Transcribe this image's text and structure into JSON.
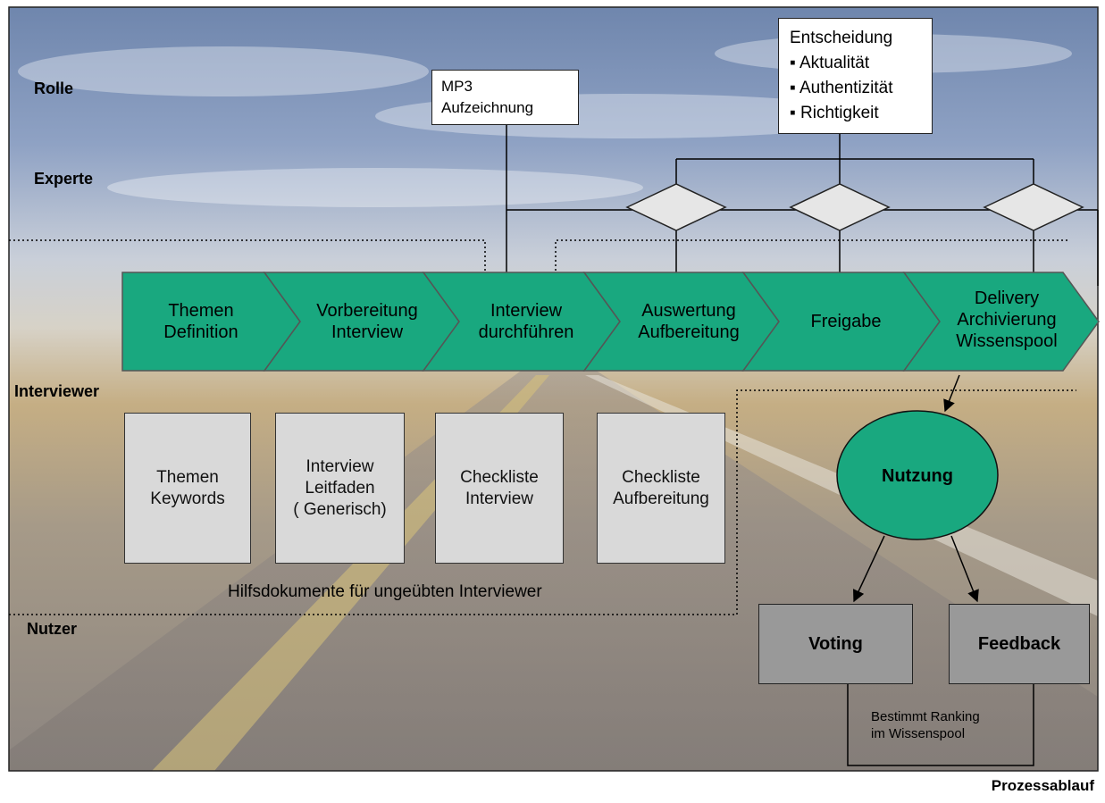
{
  "roles": {
    "rolle": "Rolle",
    "experte": "Experte",
    "interviewer": "Interviewer",
    "nutzer": "Nutzer"
  },
  "mp3_box": {
    "line1": "MP3",
    "line2": "Aufzeichnung"
  },
  "decision_box": {
    "title": "Entscheidung",
    "items": [
      "▪ Aktualität",
      "▪ Authentizität",
      "▪ Richtigkeit"
    ]
  },
  "steps": [
    {
      "line1": "Themen",
      "line2": "Definition"
    },
    {
      "line1": "Vorbereitung",
      "line2": "Interview"
    },
    {
      "line1": "Interview",
      "line2": "durchführen"
    },
    {
      "line1": "Auswertung",
      "line2": "Aufbereitung"
    },
    {
      "line1": "Freigabe",
      "line2": ""
    },
    {
      "line1": "Delivery",
      "line2": "Archivierung",
      "line3": "Wissenspool"
    }
  ],
  "documents": [
    {
      "line1": "Themen",
      "line2": "Keywords",
      "line3": ""
    },
    {
      "line1": "Interview",
      "line2": "Leitfaden",
      "line3": "( Generisch)"
    },
    {
      "line1": "Checkliste",
      "line2": "Interview",
      "line3": ""
    },
    {
      "line1": "Checkliste",
      "line2": "Aufbereitung",
      "line3": ""
    }
  ],
  "documents_caption": "Hilfsdokumente für ungeübten Interviewer",
  "nutzung": "Nutzung",
  "voting": "Voting",
  "feedback": "Feedback",
  "ranking_note": {
    "line1": "Bestimmt Ranking",
    "line2": "im Wissenspool"
  },
  "footer": "Prozessablauf",
  "colors": {
    "step_fill": "#19a87f",
    "doc_fill": "#d9d9d9",
    "output_fill": "#999999",
    "diamond_fill": "#e6e6e6"
  }
}
